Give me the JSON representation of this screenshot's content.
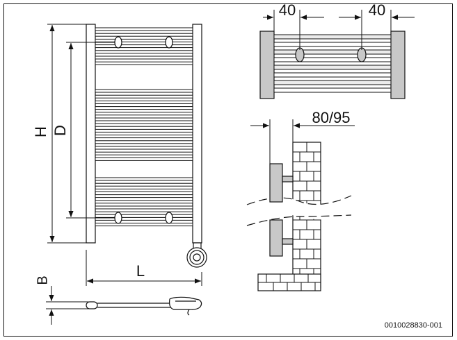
{
  "labels": {
    "height": "H",
    "distance": "D",
    "length": "L",
    "depth": "B",
    "spacing_left": "40",
    "spacing_right": "40",
    "wall_distance": "80/95",
    "reference": "0010028830-001"
  },
  "colors": {
    "line": "#111111",
    "fill_gray": "#c8c8c8",
    "fill_light": "#ececec",
    "background": "#ffffff"
  }
}
